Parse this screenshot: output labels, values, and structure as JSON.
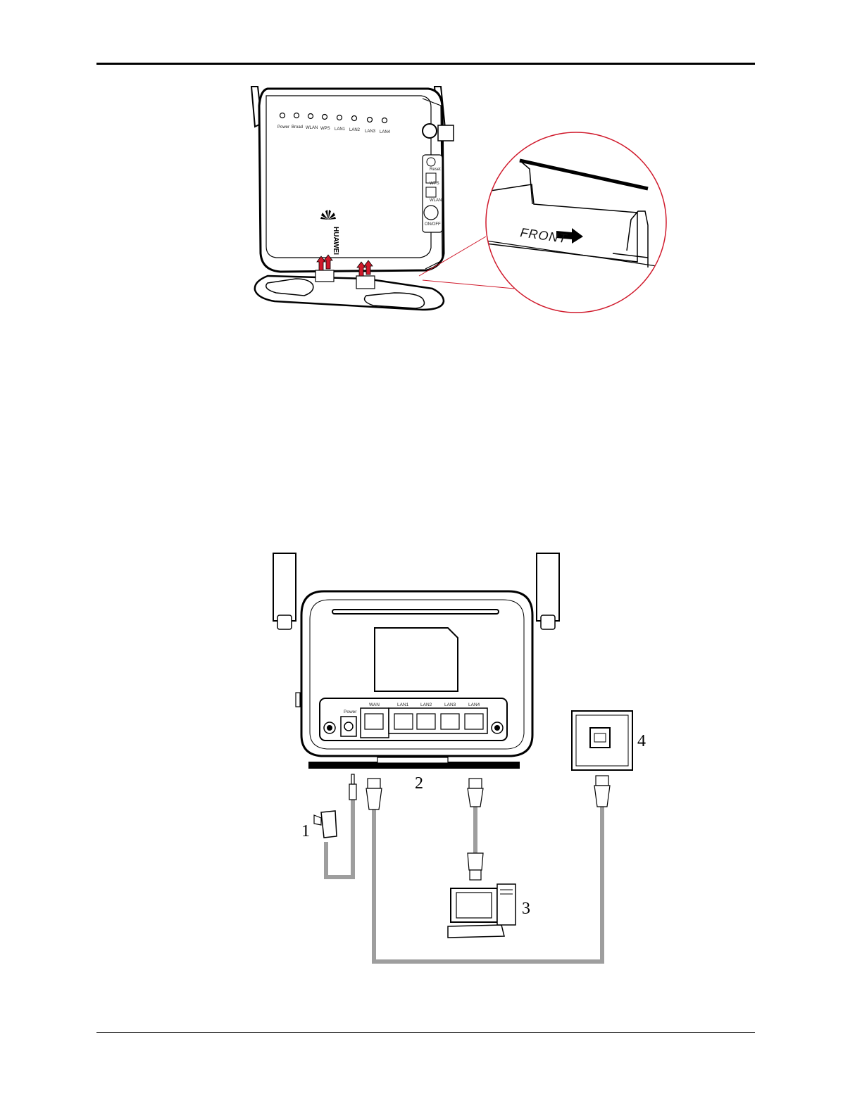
{
  "figure1": {
    "led_labels": [
      "Power",
      "Broad",
      "WLAN",
      "WPS",
      "LAN1",
      "LAN2",
      "LAN3",
      "LAN4"
    ],
    "side_labels": [
      "Reset",
      "WPS",
      "WLAN",
      "ON/OFF"
    ],
    "brand": "HUAWEI",
    "zoom_label": "FRONT",
    "accent_color": "#d0192b"
  },
  "figure2": {
    "port_labels": [
      "Power",
      "WAN",
      "LAN1",
      "LAN2",
      "LAN3",
      "LAN4"
    ],
    "callouts": [
      "1",
      "2",
      "3",
      "4"
    ],
    "cable_color": "#9e9e9e"
  }
}
